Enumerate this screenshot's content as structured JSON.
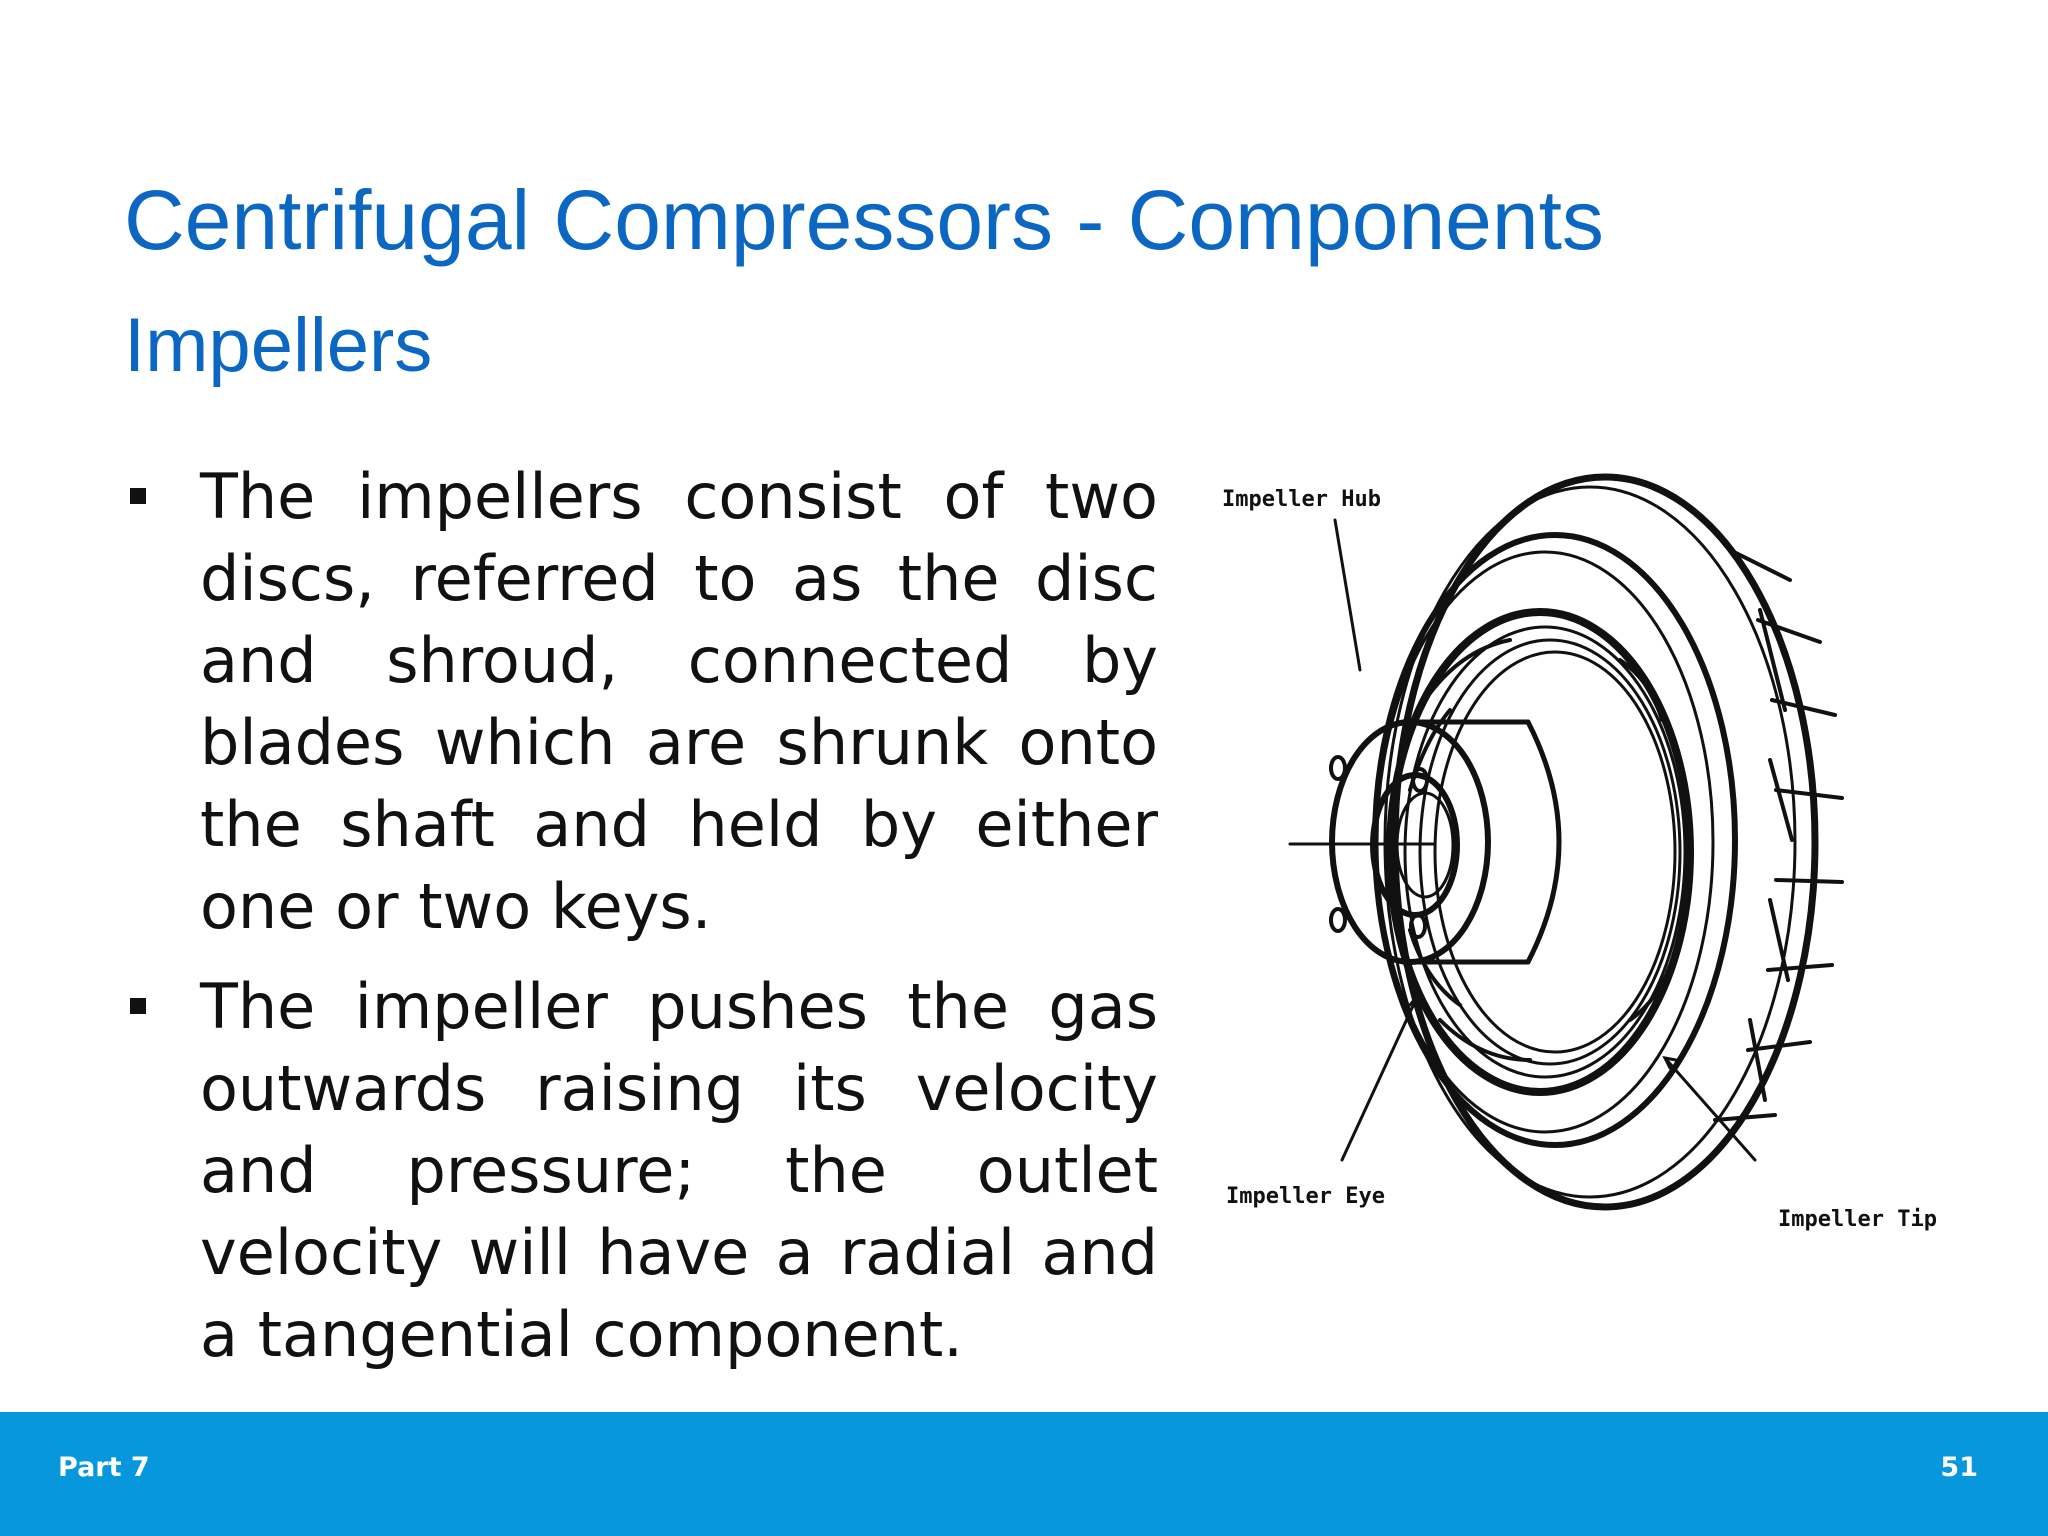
{
  "slide": {
    "title": "Centrifugal Compressors - Components",
    "subtitle": "Impellers",
    "bullets": [
      "The impellers consist of two discs, referred to as the disc and shroud, connected by blades which are shrunk onto the shaft and held by either one or two keys.",
      " The impeller pushes the gas outwards raising its velocity and pressure; the outlet velocity will have a radial and a tangential component."
    ]
  },
  "figure": {
    "icon": "impeller-drawing-icon",
    "labels": {
      "hub": "Impeller Hub",
      "eye": "Impeller Eye",
      "tip": "Impeller Tip"
    }
  },
  "footer": {
    "left_text": "Part 7",
    "page_number": "51"
  },
  "colors": {
    "title": "#0b67c2",
    "footer_bar": "#0697dc",
    "body_text": "#111111"
  }
}
